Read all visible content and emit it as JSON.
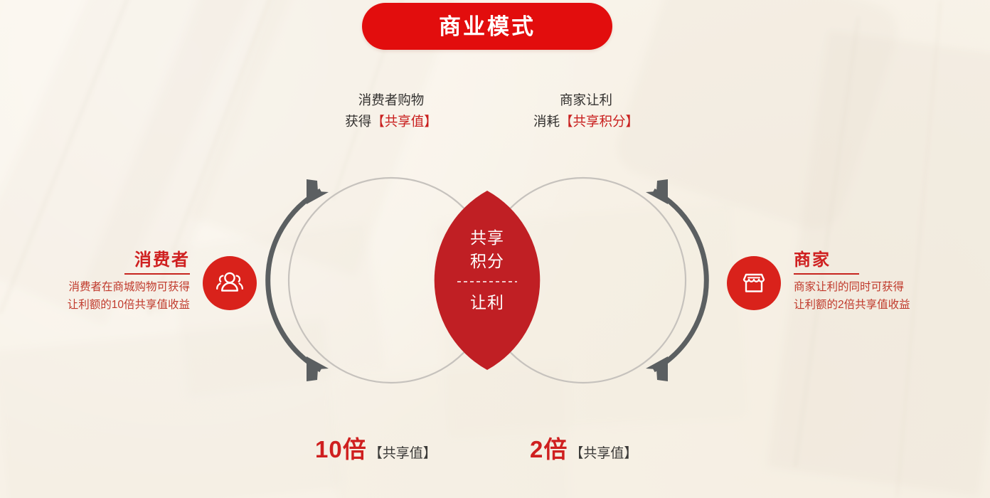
{
  "title": {
    "badge_label": "商业模式"
  },
  "colors": {
    "badge_red": "#e20d0d",
    "lens_red": "#c01f24",
    "icon_red": "#d9221b",
    "heading_red": "#cf2020",
    "desc_red": "#c0392b",
    "arc_dark": "#5b5f61",
    "arc_light": "#c6c2bd",
    "background": "#f7f1e7",
    "text_dark": "#33312f"
  },
  "captions": {
    "left": {
      "line1": "消费者购物",
      "line2_prefix": "获得",
      "line2_highlight": "【共享值】"
    },
    "right": {
      "line1": "商家让利",
      "line2_prefix": "消耗",
      "line2_highlight": "【共享积分】"
    }
  },
  "lens": {
    "top_line1": "共享",
    "top_line2": "积分",
    "bottom_line": "让利"
  },
  "sides": {
    "consumer": {
      "icon": "people-group-icon",
      "heading": "消费者",
      "desc_line1": "消费者在商城购物可获得",
      "desc_line2": "让利额的10倍共享值收益"
    },
    "merchant": {
      "icon": "storefront-icon",
      "heading": "商家",
      "desc_line1": "商家让利的同时可获得",
      "desc_line2": "让利额的2倍共享值收益"
    }
  },
  "multipliers": {
    "left": {
      "value": "10倍",
      "unit": "【共享值】"
    },
    "right": {
      "value": "2倍",
      "unit": "【共享值】"
    }
  }
}
